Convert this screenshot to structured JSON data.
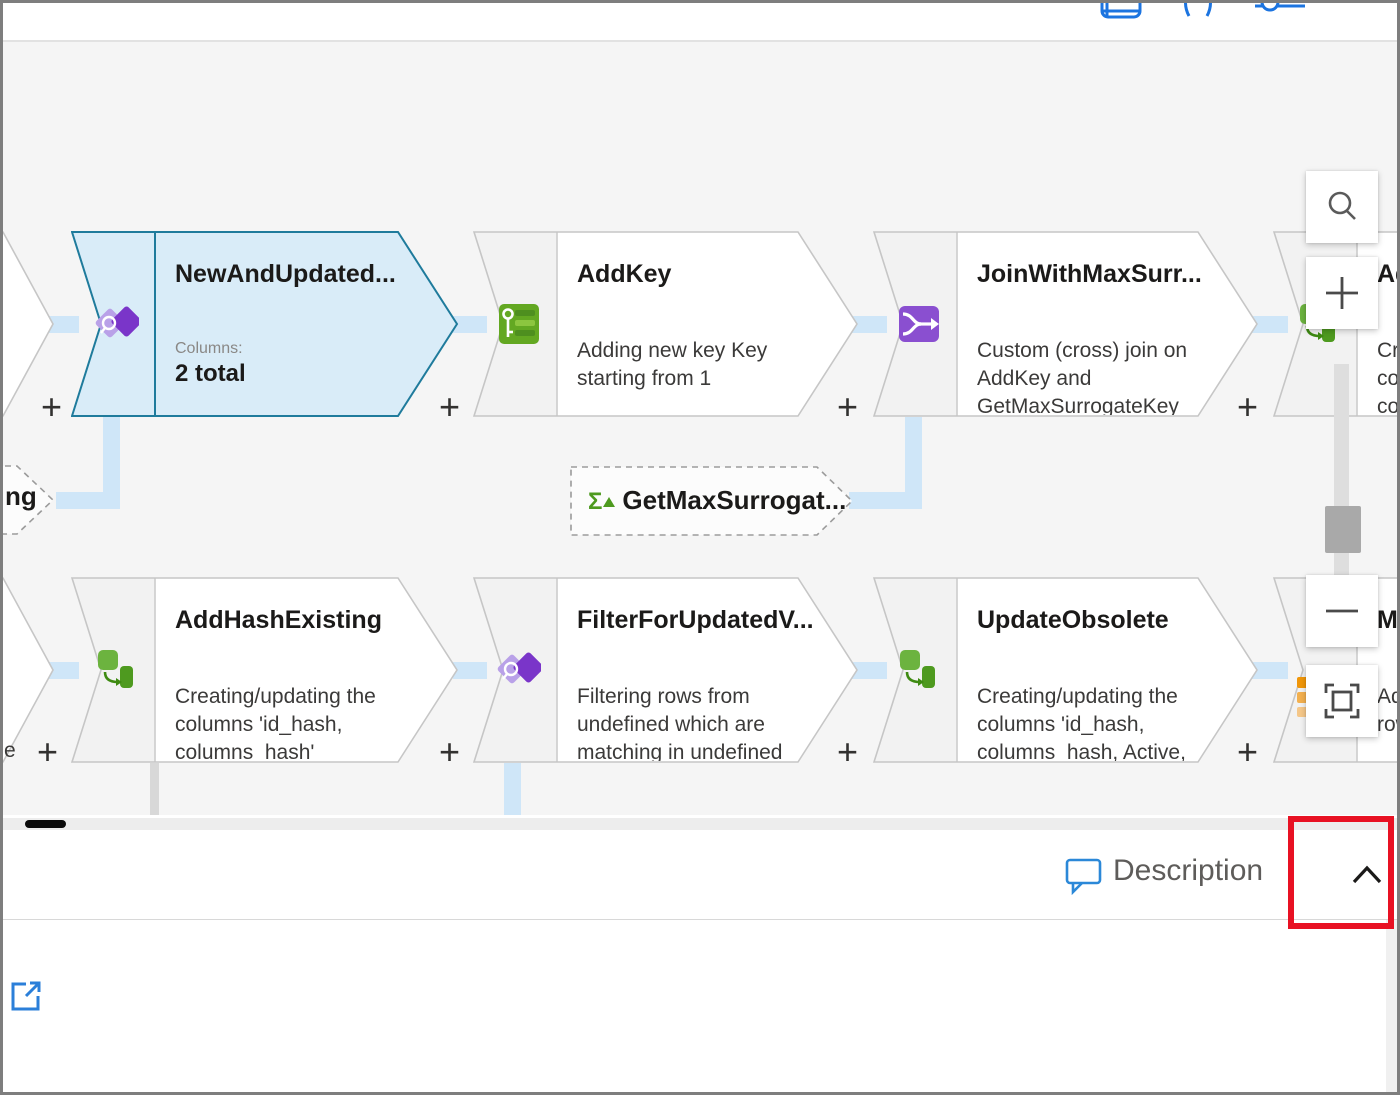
{
  "topbar": {
    "icons": [
      "notebook-icon",
      "code-braces-icon",
      "settings-slider-icon"
    ]
  },
  "nodes": {
    "new_and_updated": {
      "title": "NewAndUpdated...",
      "icon": "exists-filter-purple",
      "selected": true,
      "columns_label": "Columns:",
      "columns_value": "2 total"
    },
    "add_key": {
      "title": "AddKey",
      "icon": "surrogate-key-green",
      "description": "Adding new key Key starting from 1"
    },
    "join_with_max": {
      "title": "JoinWithMaxSurr...",
      "icon": "join-purple",
      "description": "Custom (cross) join on AddKey and GetMaxSurrogateKey"
    },
    "right_top_partial": {
      "title": "Ad",
      "icon": "derived-column-green",
      "description": "Cre\ncol\ncol\nM"
    },
    "left_ref_partial": {
      "title": "ng"
    },
    "get_max_surrogate": {
      "title": "GetMaxSurrogat...",
      "icon": "aggregate-sigma-green",
      "sigma": "Σ"
    },
    "left_bottom_partial": {
      "description": "e"
    },
    "add_hash_existing": {
      "title": "AddHashExisting",
      "icon": "derived-column-green",
      "description": "Creating/updating the columns 'id_hash, columns_hash'"
    },
    "filter_for_updated": {
      "title": "FilterForUpdatedV...",
      "icon": "exists-filter-purple",
      "description": "Filtering rows from undefined which are matching in undefined based on columns"
    },
    "update_obsolete": {
      "title": "UpdateObsolete",
      "icon": "derived-column-green",
      "description": "Creating/updating the columns 'id_hash, columns_hash, Active, ActiveEndTime'"
    },
    "right_bottom_partial": {
      "title": "Ma",
      "icon": "alter-row-orange",
      "description": "Ad\nrow"
    },
    "plus": "+"
  },
  "zoom_controls": {
    "buttons": [
      "search",
      "zoom-in",
      "zoom-out",
      "fit-to-screen"
    ],
    "zoom_in_label": "+",
    "zoom_out_label": "−"
  },
  "description_bar": {
    "label": "Description",
    "icon": "comment-icon",
    "collapse_icon": "chevron-up-icon"
  },
  "highlight": {
    "color": "#e81123"
  },
  "bottom_panel": {
    "icon": "open-in-new-window-icon"
  },
  "colors": {
    "selected_fill": "#d9ecf8",
    "selected_border": "#1f7b9c",
    "connector_blue": "#cfe6f8",
    "accent_blue": "#2b7fd9",
    "node_green": "#63a822",
    "node_purple": "#8a4fd0",
    "node_orange": "#f09609",
    "highlight_red": "#e81123"
  }
}
